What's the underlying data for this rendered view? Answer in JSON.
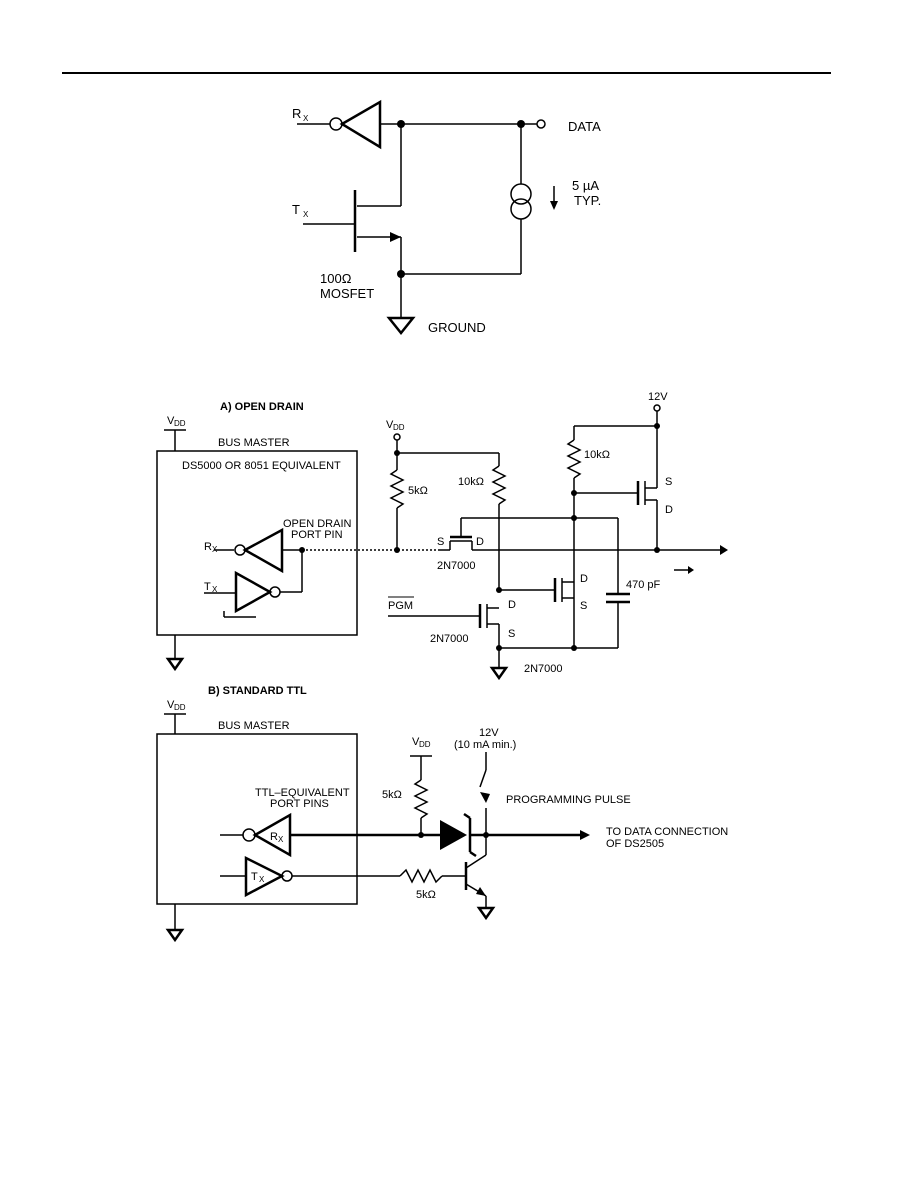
{
  "fig1": {
    "rx": "R",
    "rx_sub": "X",
    "tx": "T",
    "tx_sub": "X",
    "data": "DATA",
    "current": "5 µA",
    "current_typ": "TYP.",
    "mosfet_r": "100Ω",
    "mosfet": "MOSFET",
    "ground": "GROUND"
  },
  "figA": {
    "title": "A)  OPEN DRAIN",
    "vdd": "V",
    "vdd_sub": "DD",
    "bus_master": "BUS MASTER",
    "mcu": "DS5000 OR 8051 EQUIVALENT",
    "open_drain_1": "OPEN DRAIN",
    "open_drain_2": "PORT PIN",
    "rx": "R",
    "rx_sub": "X",
    "tx": "T",
    "tx_sub": "X",
    "r5k": "5kΩ",
    "r10k_a": "10kΩ",
    "r10k_b": "10kΩ",
    "v12": "12V",
    "q1": "2N7000",
    "q2": "2N7000",
    "q3": "2N7000",
    "pgm": "PGM",
    "s": "S",
    "d": "D",
    "cap": "470 pF"
  },
  "figB": {
    "title": "B)  STANDARD TTL",
    "vdd": "V",
    "vdd_sub": "DD",
    "bus_master": "BUS MASTER",
    "ttl_1": "TTL–EQUIVALENT",
    "ttl_2": "PORT PINS",
    "rx": "R",
    "rx_sub": "X",
    "tx": "T",
    "tx_sub": "X",
    "r5k_a": "5kΩ",
    "r5k_b": "5kΩ",
    "v12": "12V",
    "v12_note": "(10 mA min.)",
    "pulse": "PROGRAMMING PULSE",
    "to_1": "TO DATA CONNECTION",
    "to_2": "OF DS2505"
  }
}
